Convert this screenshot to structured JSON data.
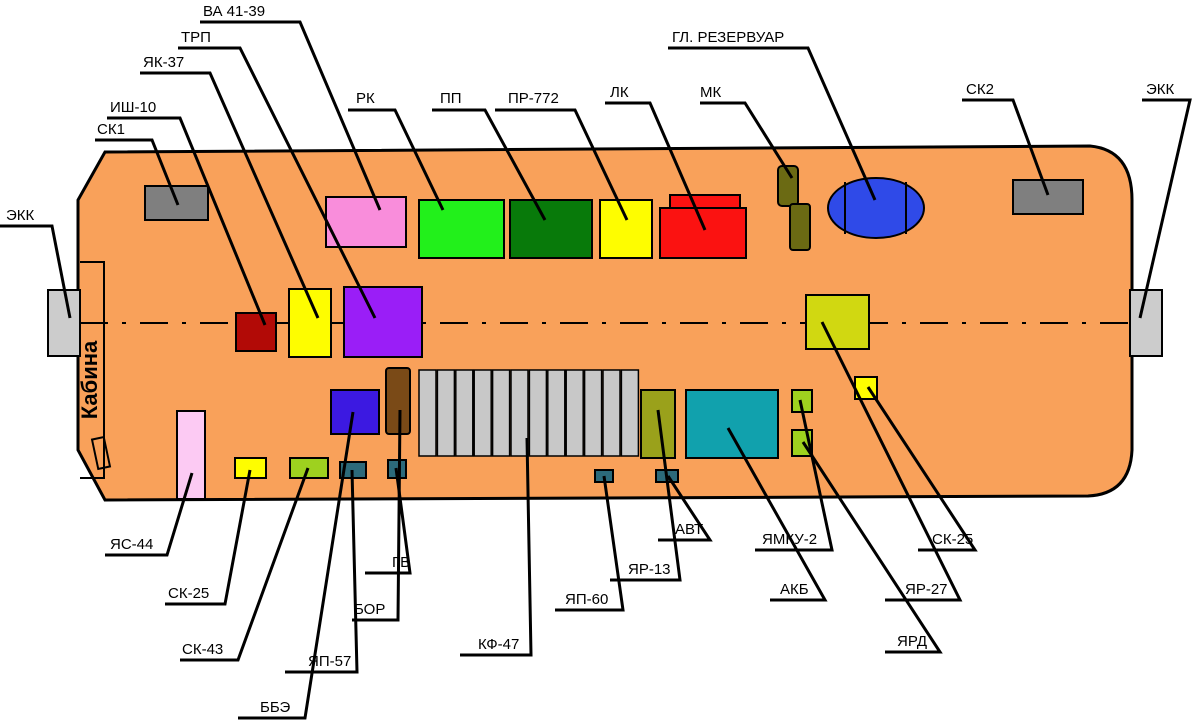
{
  "cab_label": "Кабина",
  "colors": {
    "body": "#f9a15a",
    "outline": "#000000",
    "centerline": "#000000"
  },
  "components": [
    {
      "key": "sk1",
      "label": "СК1",
      "color": "#7f7f7f"
    },
    {
      "key": "rk",
      "label": "РК",
      "color": "#f98ddb"
    },
    {
      "key": "pp",
      "label": "ПП",
      "color": "#22f01b"
    },
    {
      "key": "pr772",
      "label": "ПР-772",
      "color": "#087a0a"
    },
    {
      "key": "lk",
      "label": "ЛК",
      "color": "#fefd00"
    },
    {
      "key": "lk2",
      "label": "",
      "color": "#fb1211"
    },
    {
      "key": "mk",
      "label": "МК",
      "color": "#6b6a13"
    },
    {
      "key": "gl_rezervuar",
      "label": "ГЛ. РЕЗЕРВУАР",
      "color": "#2f4ae8"
    },
    {
      "key": "sk2",
      "label": "СК2",
      "color": "#7f7f7f"
    },
    {
      "key": "ekk_left",
      "label": "ЭКК",
      "color": "#cccccc"
    },
    {
      "key": "ekk_right",
      "label": "ЭКК",
      "color": "#cccccc"
    },
    {
      "key": "ish10",
      "label": "ИШ-10",
      "color": "#b20a06"
    },
    {
      "key": "yak37",
      "label": "ЯК-37",
      "color": "#fefd00"
    },
    {
      "key": "trp",
      "label": "ТРП",
      "color": "#9a1ef7"
    },
    {
      "key": "va4139",
      "label": "ВА 41-39",
      "color": "#f98ddb"
    },
    {
      "key": "yar27",
      "label": "ЯР-27",
      "color": "#d1d811"
    },
    {
      "key": "ys44",
      "label": "ЯС-44",
      "color": "#fccaf3"
    },
    {
      "key": "sk25_left",
      "label": "СК-25",
      "color": "#fefd00"
    },
    {
      "key": "sk43",
      "label": "СК-43",
      "color": "#9ed11f"
    },
    {
      "key": "bbe",
      "label": "ББЭ",
      "color": "#9ed11f"
    },
    {
      "key": "yap57",
      "label": "ЯП-57",
      "color": "#2c6a7a"
    },
    {
      "key": "bor",
      "label": "БОР",
      "color": "#2c6a7a"
    },
    {
      "key": "gv",
      "label": "ГВ",
      "color": "#7a4a17"
    },
    {
      "key": "blue_box",
      "label": "",
      "color": "#3c19e1"
    },
    {
      "key": "kf47",
      "label": "КФ-47",
      "color": "#c8c8c8"
    },
    {
      "key": "yap60",
      "label": "ЯП-60",
      "color": "#2c6a7a"
    },
    {
      "key": "yar13",
      "label": "ЯР-13",
      "color": "#9aa11b"
    },
    {
      "key": "avt",
      "label": "АВТ",
      "color": "#2c6a7a"
    },
    {
      "key": "akb",
      "label": "АКБ",
      "color": "#11a1ad"
    },
    {
      "key": "yamku2",
      "label": "ЯМКУ-2",
      "color": "#9ed11f"
    },
    {
      "key": "yard",
      "label": "ЯРД",
      "color": "#9ed11f"
    },
    {
      "key": "sk25_right",
      "label": "СК-25",
      "color": "#fefd00"
    }
  ]
}
